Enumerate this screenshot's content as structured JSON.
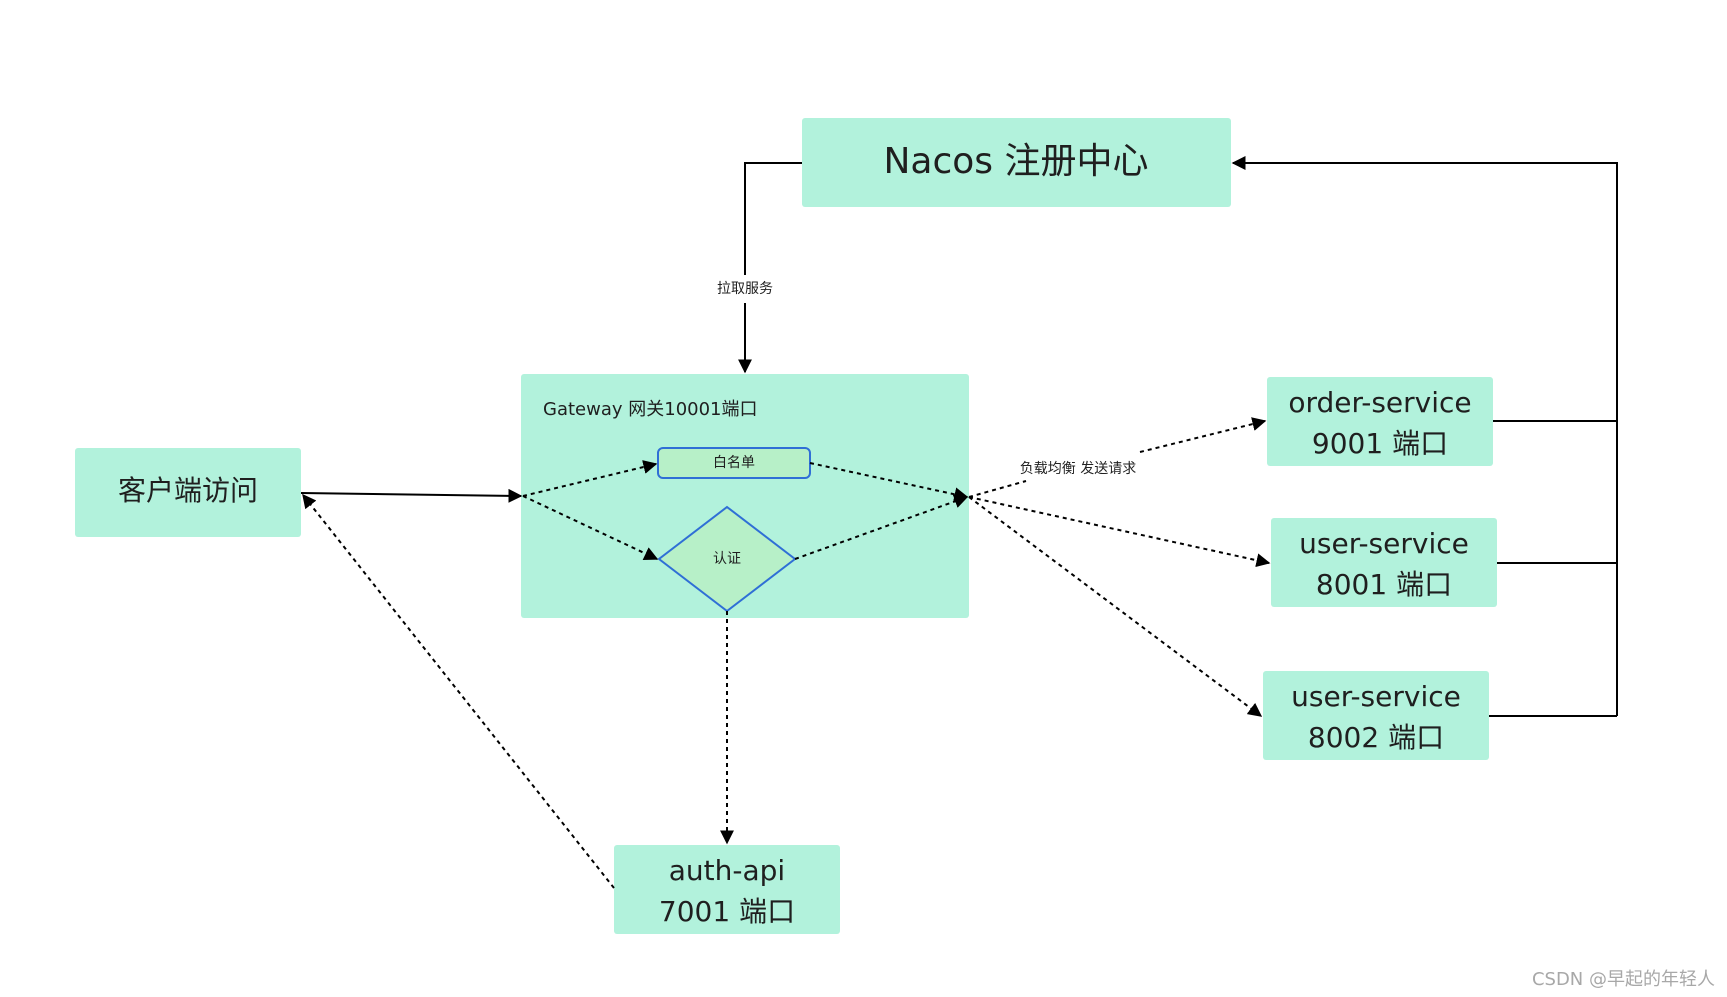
{
  "nodes": {
    "nacos": "Nacos 注册中心",
    "client": "客户端访问",
    "gateway": "Gateway 网关10001端口",
    "whitelist": "白名单",
    "auth_check": "认证",
    "order_service": {
      "name": "order-service",
      "port": "9001 端口"
    },
    "user_service_1": {
      "name": "user-service",
      "port": "8001 端口"
    },
    "user_service_2": {
      "name": "user-service",
      "port": "8002 端口"
    },
    "auth_api": {
      "name": "auth-api",
      "port": "7001 端口"
    }
  },
  "edges": {
    "pull_services": "拉取服务",
    "load_balance": "负载均衡 发送请求"
  },
  "colors": {
    "node_fill": "#b2f2dc",
    "inner_fill": "#b7f0c8",
    "inner_stroke": "#2f6fd6",
    "edge": "#000000"
  },
  "watermark": "CSDN @早起的年轻人"
}
